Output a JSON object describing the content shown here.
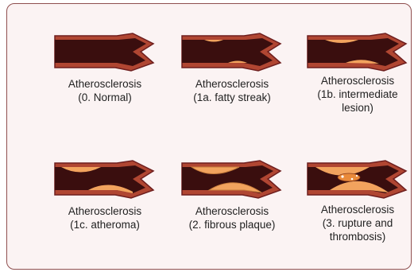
{
  "items": [
    {
      "stage": "normal",
      "title": "Atherosclerosis",
      "lines": [
        "(0. Normal)"
      ]
    },
    {
      "stage": "fatty-streak",
      "title": "Atherosclerosis",
      "lines": [
        "(1a. fatty streak)"
      ]
    },
    {
      "stage": "intermediate",
      "title": "Atherosclerosis",
      "lines": [
        "(1b. intermediate",
        "lesion)"
      ]
    },
    {
      "stage": "atheroma",
      "title": "Atherosclerosis",
      "lines": [
        "(1c. atheroma)"
      ]
    },
    {
      "stage": "fibrous-plaque",
      "title": "Atherosclerosis",
      "lines": [
        "(2. fibrous plaque)"
      ]
    },
    {
      "stage": "rupture",
      "title": "Atherosclerosis",
      "lines": [
        "(3. rupture and",
        "thrombosis)"
      ]
    }
  ],
  "colors": {
    "panel_bg": "#fbf3f3",
    "panel_border": "#8f4f4f",
    "vessel_wall": "#b04632",
    "vessel_edge": "#6e1e1e",
    "lumen": "#3a0e0e",
    "plaque": "#f2a35e",
    "thrombus": "#e98a3a"
  }
}
